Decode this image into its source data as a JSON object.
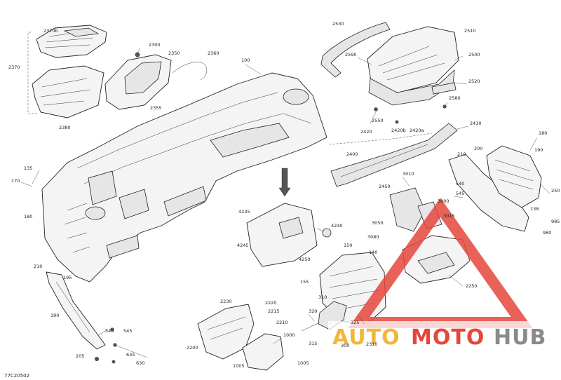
{
  "diagram": {
    "code": "77C20502",
    "watermark": {
      "part1": "AUTO",
      "part2": "MOTO",
      "part3": "HUB"
    },
    "labels": [
      "2370b",
      "2370",
      "2300",
      "2350",
      "2360",
      "2380",
      "2355",
      "100",
      "2530",
      "2510",
      "2590",
      "2500",
      "2520",
      "2580",
      "2550",
      "2420",
      "2420b",
      "2420a",
      "2410",
      "2400",
      "180",
      "210",
      "200",
      "190",
      "250",
      "138",
      "985",
      "980",
      "545",
      "540",
      "135",
      "170",
      "180",
      "3010",
      "3000",
      "3015",
      "2450",
      "4235",
      "4240",
      "4245",
      "4250",
      "3050",
      "3080",
      "140",
      "150",
      "155",
      "210",
      "195",
      "190",
      "540",
      "545",
      "205",
      "635",
      "630",
      "2230",
      "2220",
      "2215",
      "2210",
      "2200",
      "320",
      "315",
      "310",
      "325",
      "300",
      "2310",
      "1000",
      "1005",
      "1005",
      "2250"
    ]
  }
}
